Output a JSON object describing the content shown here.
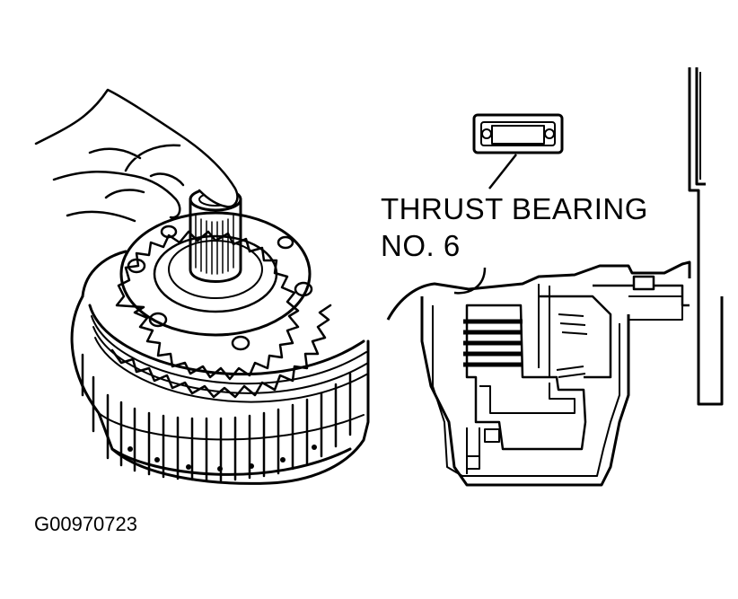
{
  "callout": {
    "line1": "THRUST BEARING",
    "line2": "NO. 6"
  },
  "figure_id": "G00970723",
  "colors": {
    "ink": "#000000",
    "paper": "#ffffff"
  },
  "icons": [
    "hand-holding-clutch-drum",
    "clutch-drum-assembly",
    "thrust-bearing-detail",
    "transmission-cross-section"
  ]
}
